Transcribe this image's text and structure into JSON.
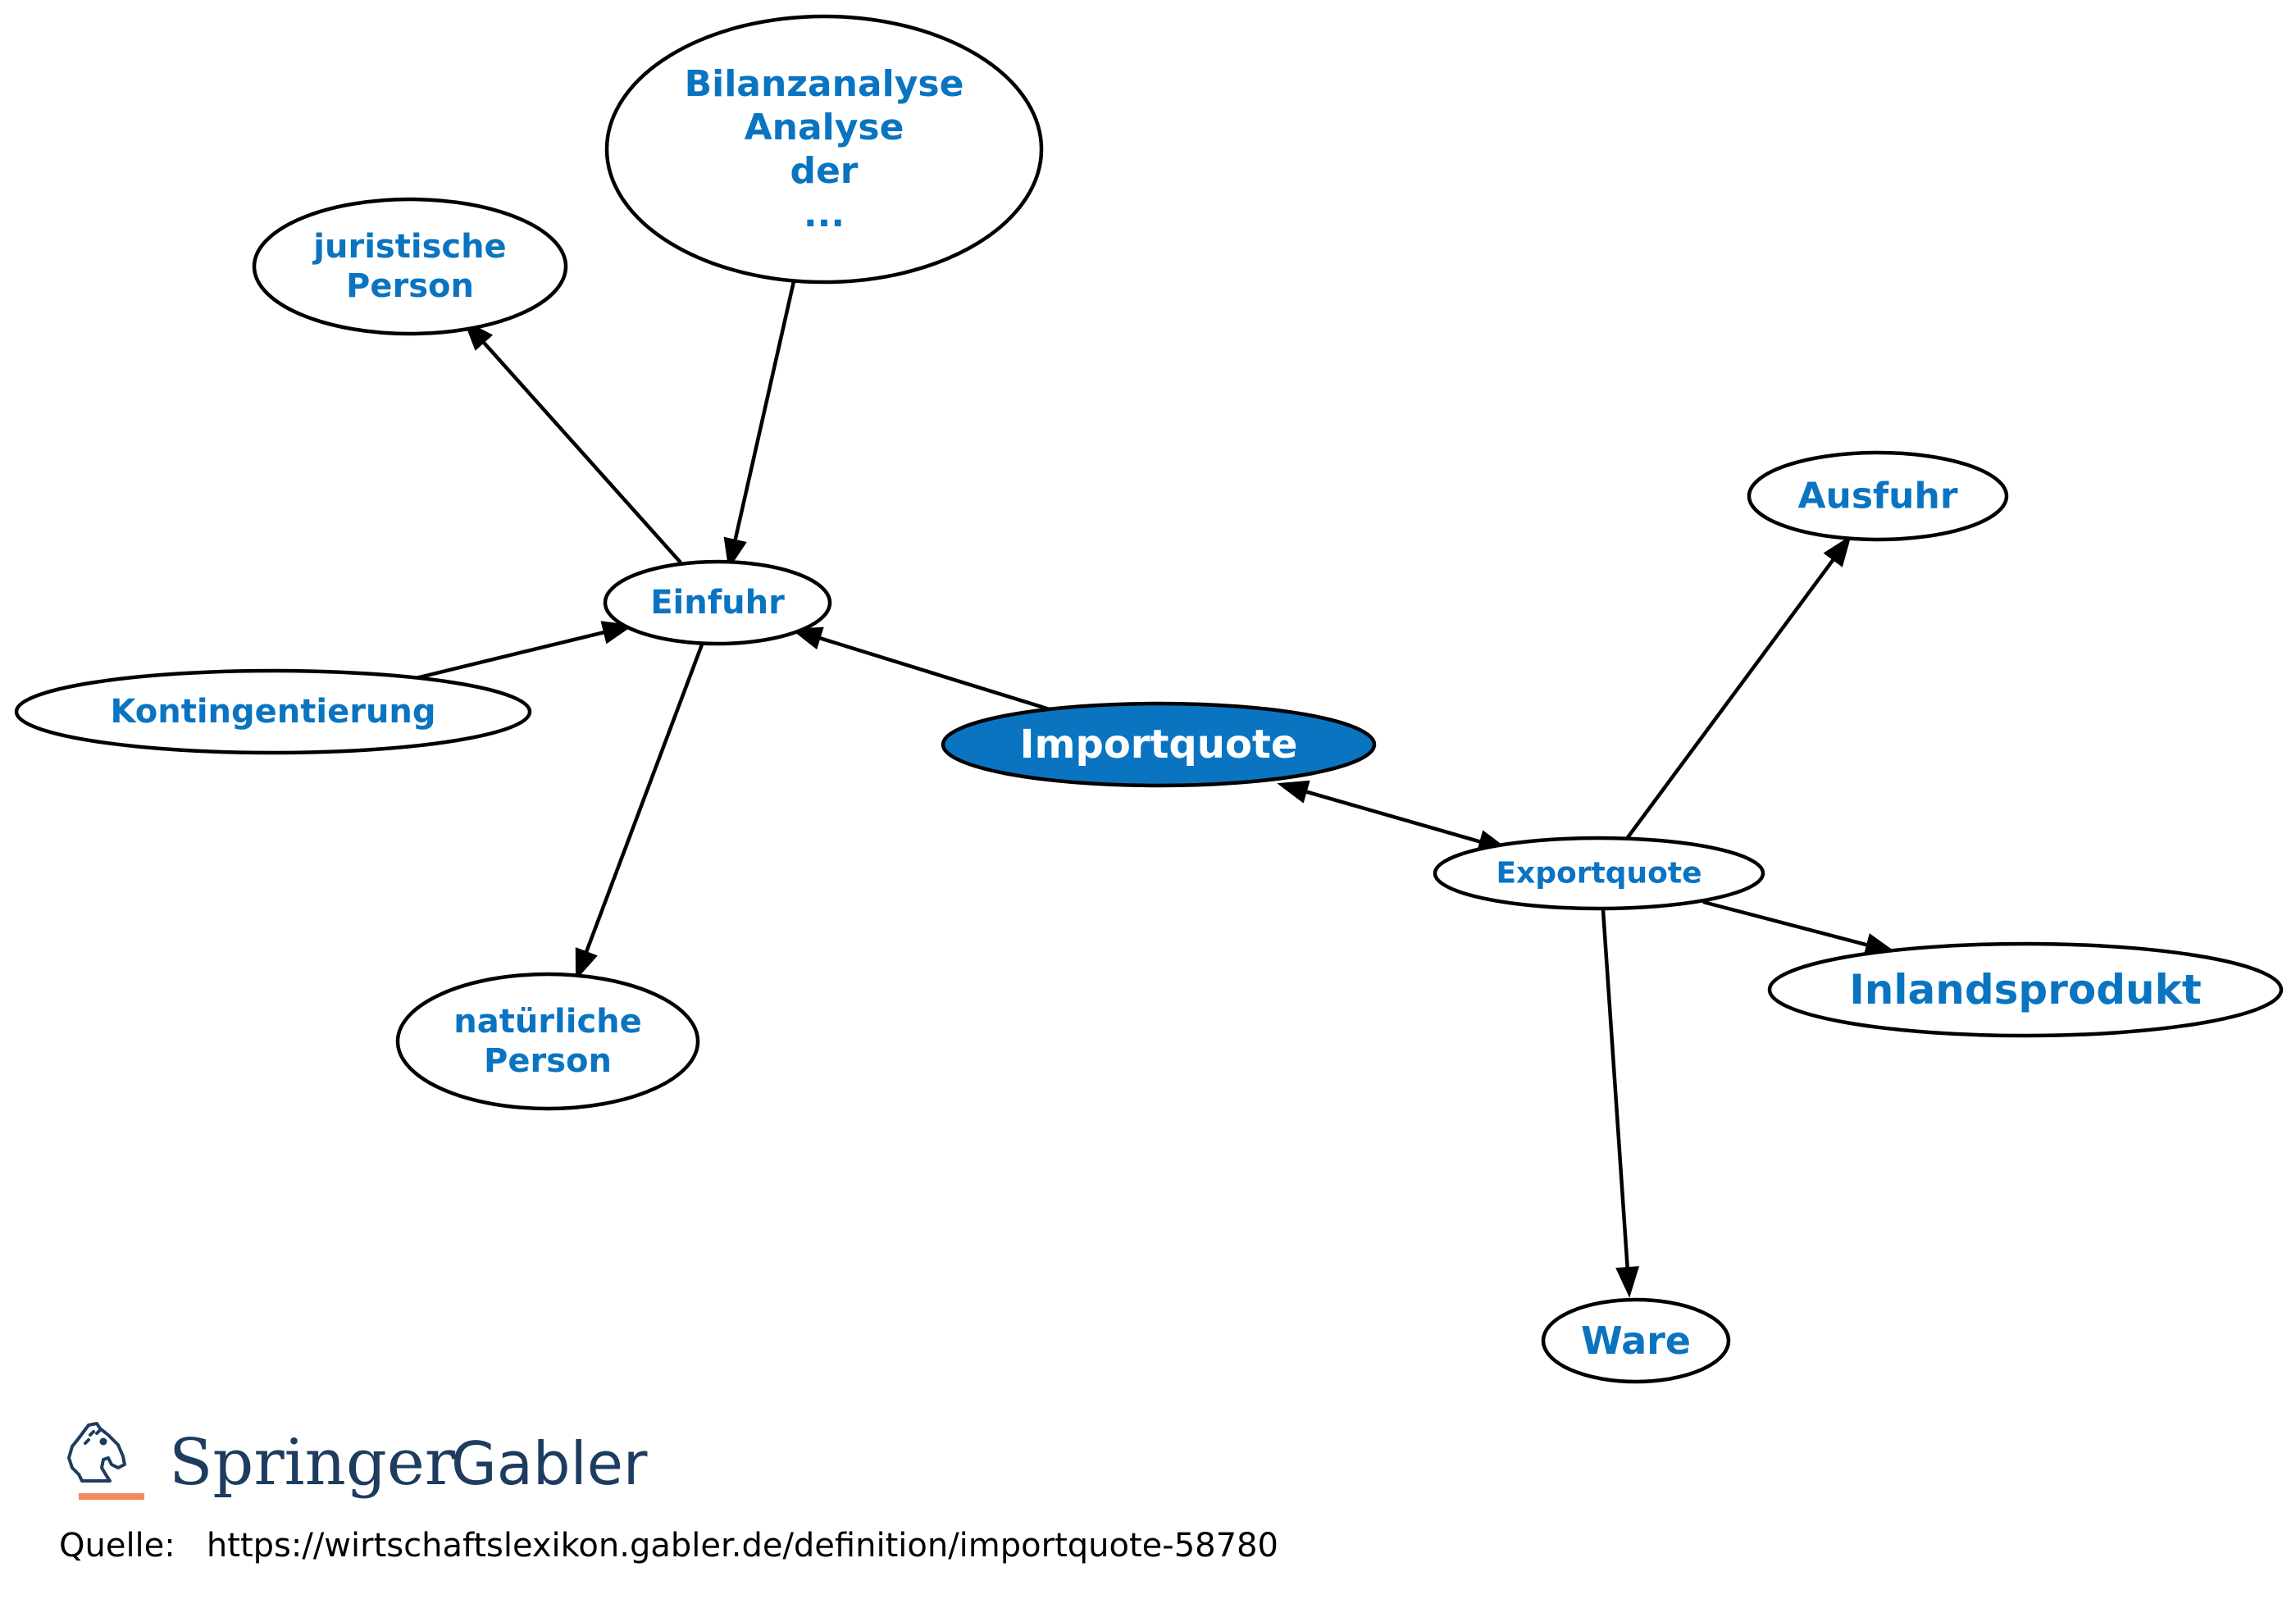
{
  "colors": {
    "accent": "#0a74c1",
    "central_fill": "#0a74c1",
    "central_text": "#ffffff",
    "edge": "#000000",
    "brand_text": "#1d3c5f",
    "brand_underline": "#f08a5d"
  },
  "nodes": [
    {
      "id": "importquote",
      "lines": [
        "Importquote"
      ],
      "central": true
    },
    {
      "id": "einfuhr",
      "lines": [
        "Einfuhr"
      ]
    },
    {
      "id": "juristische-person",
      "lines": [
        "juristische",
        "Person"
      ]
    },
    {
      "id": "bilanzanalyse",
      "lines": [
        "Bilanzanalyse",
        "Analyse",
        "der",
        "..."
      ]
    },
    {
      "id": "kontingentierung",
      "lines": [
        "Kontingentierung"
      ]
    },
    {
      "id": "natuerliche-person",
      "lines": [
        "natürliche",
        "Person"
      ]
    },
    {
      "id": "exportquote",
      "lines": [
        "Exportquote"
      ]
    },
    {
      "id": "ausfuhr",
      "lines": [
        "Ausfuhr"
      ]
    },
    {
      "id": "inlandsprodukt",
      "lines": [
        "Inlandsprodukt"
      ]
    },
    {
      "id": "ware",
      "lines": [
        "Ware"
      ]
    }
  ],
  "edges": [
    {
      "from": "importquote",
      "to": "einfuhr",
      "bidirectional": false
    },
    {
      "from": "importquote",
      "to": "exportquote",
      "bidirectional": true
    },
    {
      "from": "einfuhr",
      "to": "juristische-person",
      "bidirectional": false
    },
    {
      "from": "bilanzanalyse",
      "to": "einfuhr",
      "bidirectional": false
    },
    {
      "from": "kontingentierung",
      "to": "einfuhr",
      "bidirectional": false
    },
    {
      "from": "einfuhr",
      "to": "natuerliche-person",
      "bidirectional": false
    },
    {
      "from": "exportquote",
      "to": "ausfuhr",
      "bidirectional": false
    },
    {
      "from": "exportquote",
      "to": "inlandsprodukt",
      "bidirectional": false
    },
    {
      "from": "exportquote",
      "to": "ware",
      "bidirectional": false
    }
  ],
  "brand": {
    "name_primary": "Springer",
    "name_secondary": "Gabler",
    "logo_icon": "knight-horse-icon"
  },
  "source": {
    "label": "Quelle:",
    "url": "https://wirtschaftslexikon.gabler.de/definition/importquote-58780"
  }
}
